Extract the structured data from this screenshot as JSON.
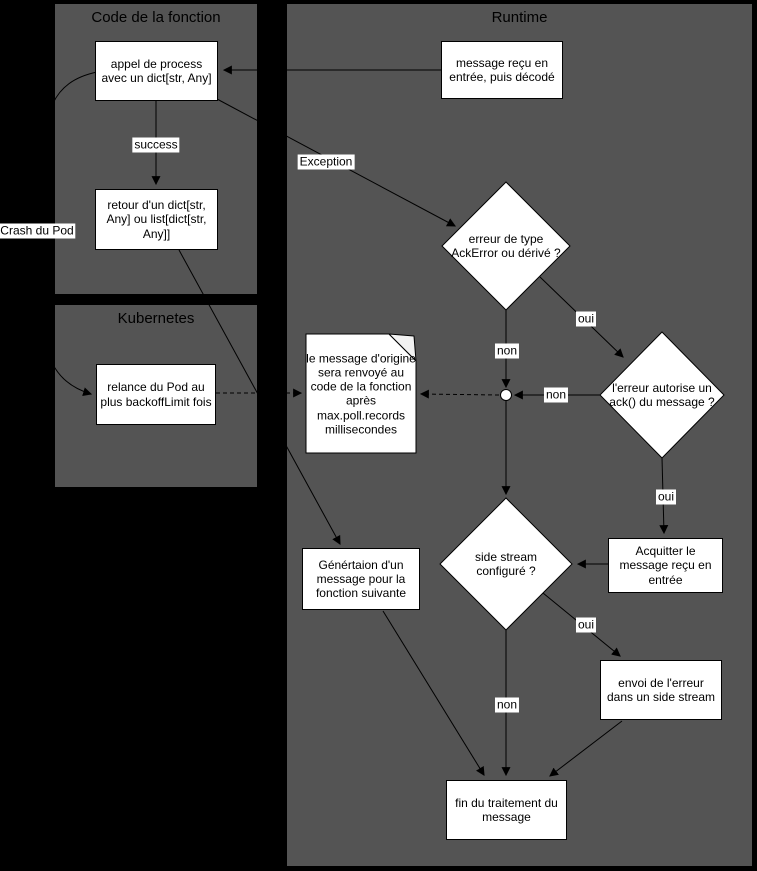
{
  "colors": {
    "background": "#000000",
    "container_fill": "#545454",
    "node_fill": "#ffffff",
    "stroke": "#000000",
    "note_fold": "#f2f2f2"
  },
  "containers": {
    "code": {
      "title": "Code de la fonction"
    },
    "kubernetes": {
      "title": "Kubernetes"
    },
    "runtime": {
      "title": "Runtime"
    }
  },
  "nodes": {
    "appel": "appel de process avec un dict[str, Any]",
    "retour": "retour d'un dict[str, Any] ou list[dict[str, Any]]",
    "message_recu": "message reçu en entrée, puis décodé",
    "relance": "relance du Pod au plus backoffLimit fois",
    "note": "le message d'origine sera renvoyé au code de la fonction après max.poll.records millisecondes",
    "ackerror_test": "erreur de type AckError ou dérivé ?",
    "ack_test": "l'erreur autorise un ack() du message ?",
    "generation": "Génértaion d'un message pour la fonction suivante",
    "acquitter": "Acquitter le message reçu en entrée",
    "sidestream_test": "side stream configuré ?",
    "envoi": "envoi de l'erreur dans un side stream",
    "fin": "fin du traitement du message"
  },
  "edge_labels": {
    "success": "success",
    "exception": "Exception",
    "crash_pod": "Crash du Pod",
    "oui_ackerror": "oui",
    "non_ackerror": "non",
    "non_allow": "non",
    "oui_allow": "oui",
    "oui_side": "oui",
    "non_side": "non"
  }
}
